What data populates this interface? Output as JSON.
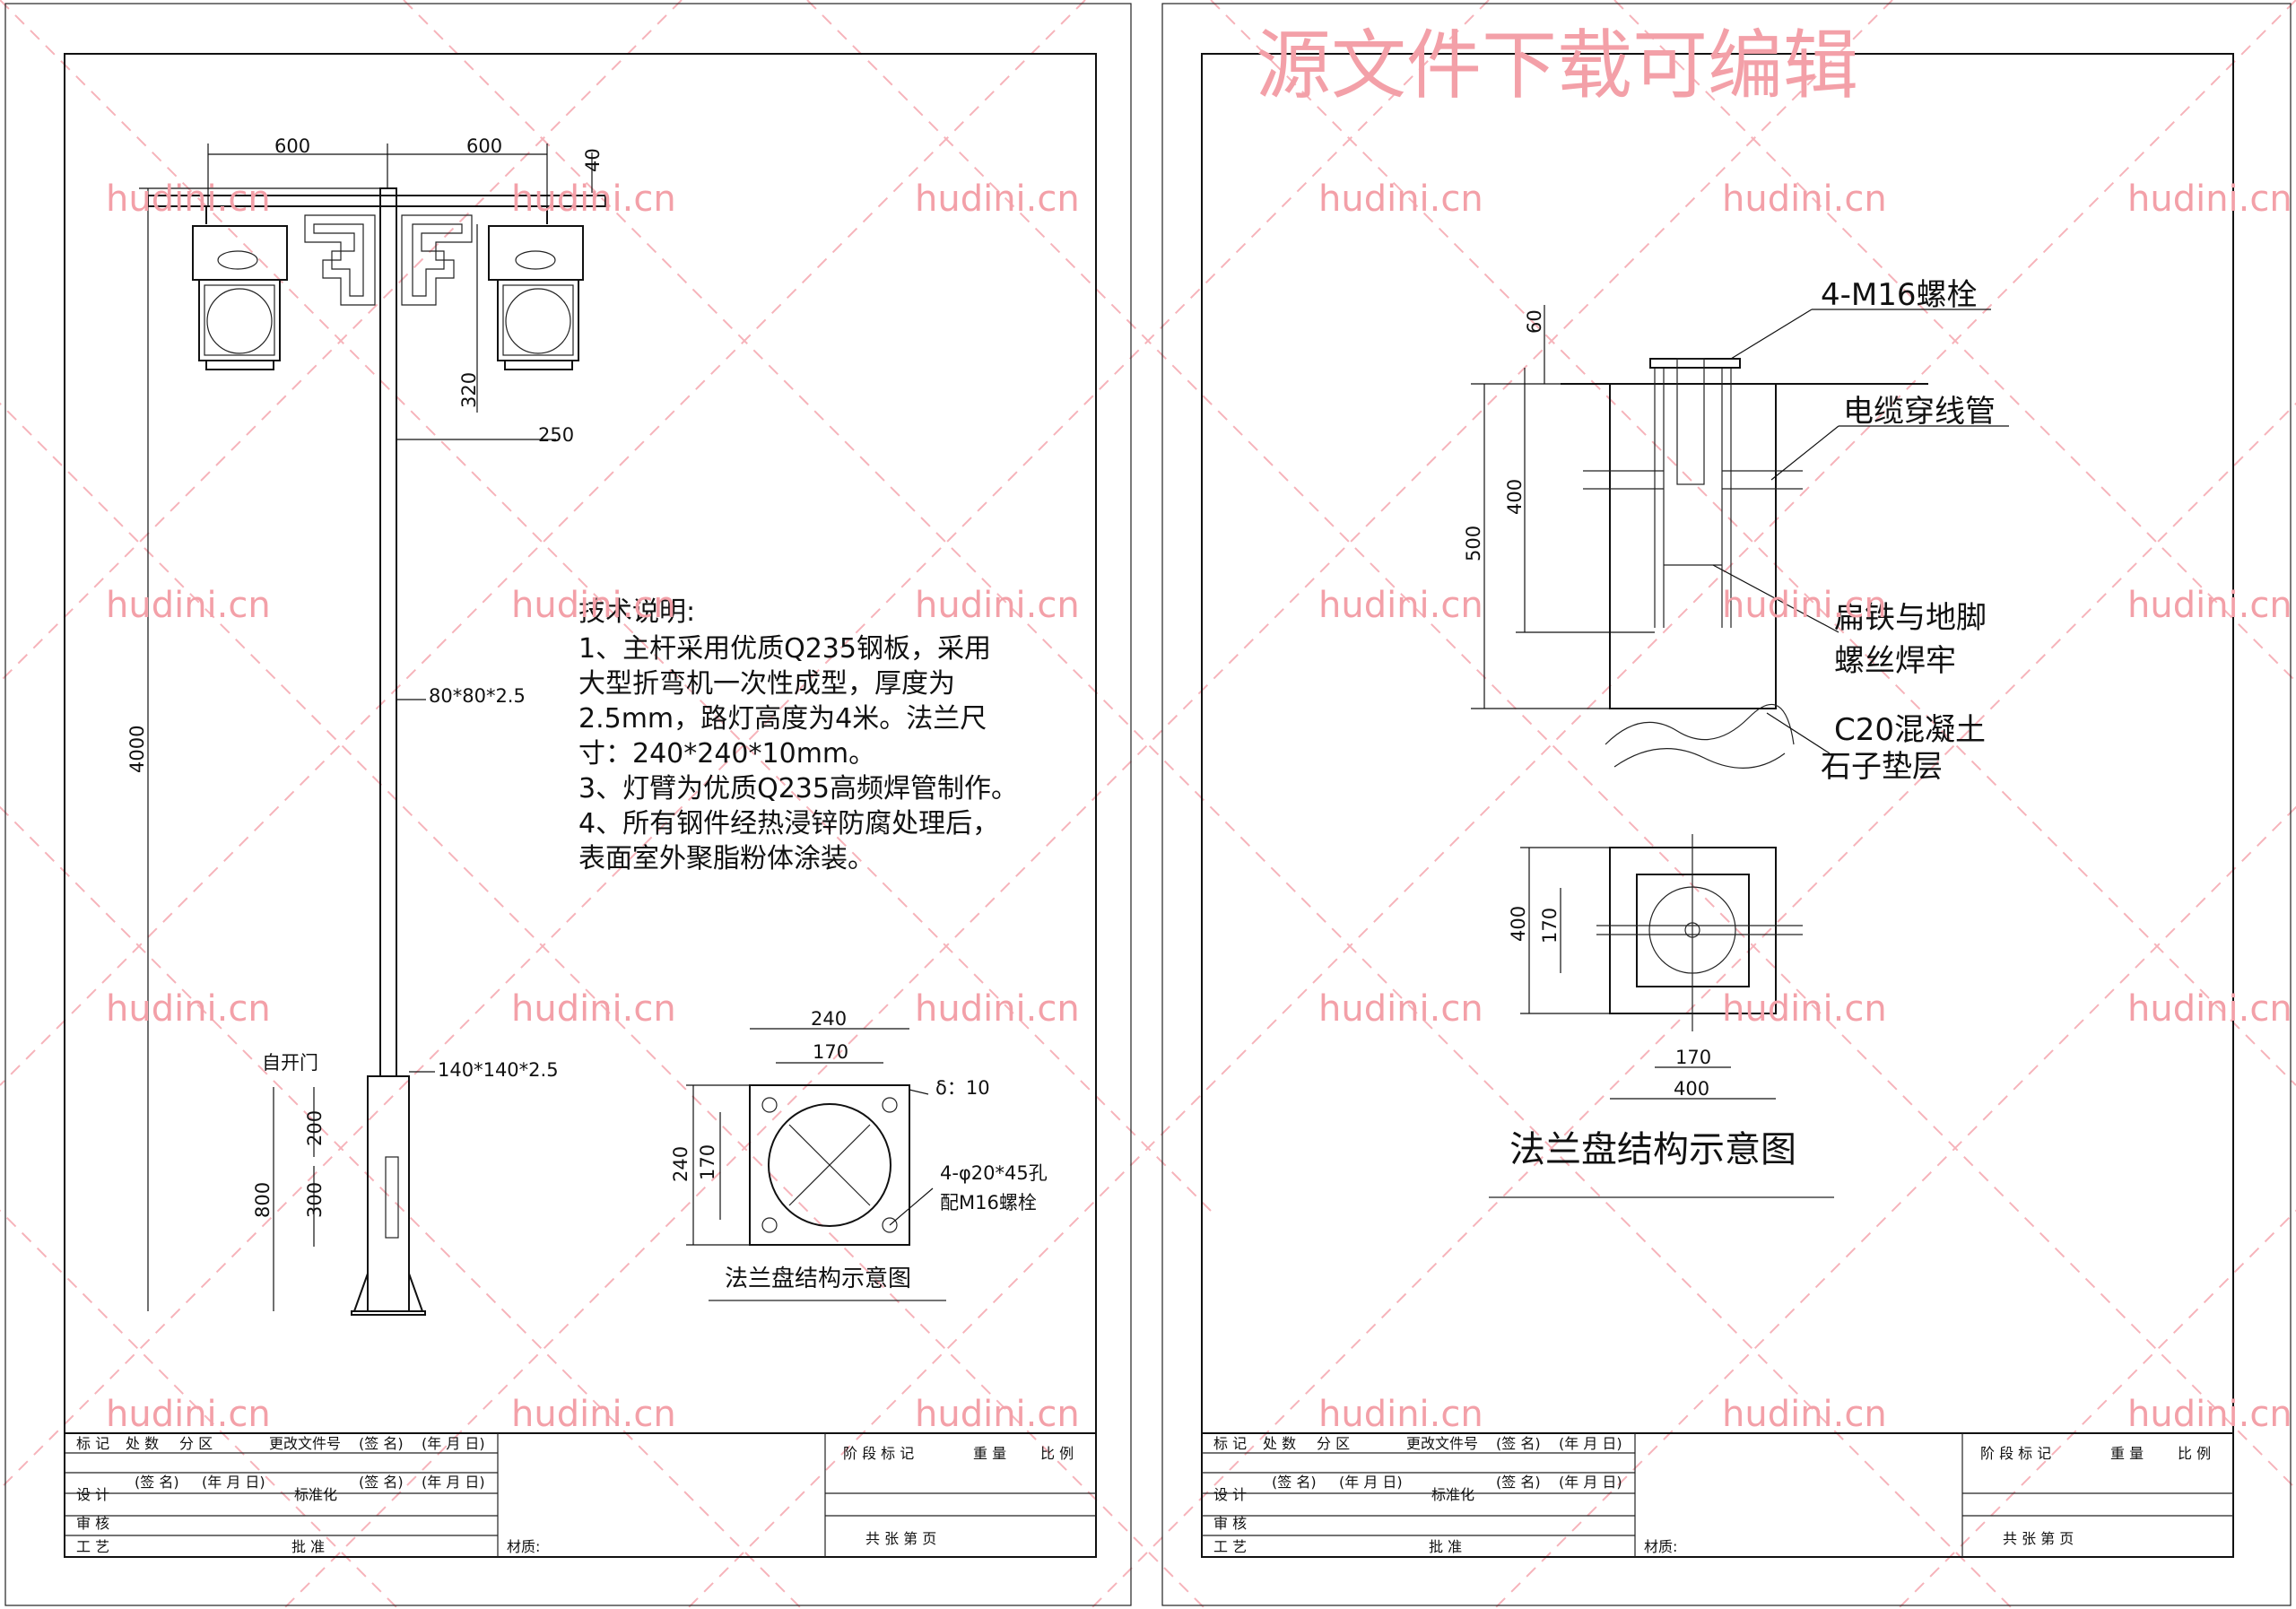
{
  "watermark": {
    "text": "hudini.cn",
    "banner": "源文件下载可编辑"
  },
  "left_sheet": {
    "dims": {
      "arm_left": "600",
      "arm_right": "600",
      "top_offset": "40",
      "lamp_drop": "320",
      "arm_depth": "250",
      "pole_height": "4000",
      "upper_pole": "80*80*2.5",
      "lower_pole": "140*140*2.5",
      "base_height": "800",
      "door_height": "200",
      "door_offset": "300",
      "door_label": "自开门"
    },
    "notes": {
      "title": "技术说明:",
      "lines": [
        "1、主杆采用优质Q235钢板，采用",
        "大型折弯机一次性成型，厚度为",
        "2.5mm，路灯高度为4米。法兰尺",
        "寸：240*240*10mm。",
        "3、灯臂为优质Q235高频焊管制作。",
        "4、所有钢件经热浸锌防腐处理后，",
        "表面室外聚脂粉体涂装。"
      ]
    },
    "flange": {
      "outer": "240",
      "inner": "170",
      "outer_v": "240",
      "inner_v": "170",
      "thickness": "δ：10",
      "holes": "4-φ20*45孔",
      "bolts": "配M16螺栓",
      "title": "法兰盘结构示意图"
    }
  },
  "right_sheet": {
    "labels": {
      "bolts": "4-M16螺栓",
      "cable": "电缆穿线管",
      "flat_iron_1": "扁铁与地脚",
      "flat_iron_2": "螺丝焊牢",
      "concrete": "C20混凝土",
      "gravel": "石子垫层"
    },
    "dims": {
      "bolt_top": "60",
      "bolt_len": "400",
      "depth": "500",
      "plan_v_outer": "400",
      "plan_v_inner": "170",
      "plan_h_inner": "170",
      "plan_h_outer": "400"
    },
    "title": "法兰盘结构示意图"
  },
  "title_block": {
    "row1": [
      "标 记",
      "处 数",
      "分 区",
      "更改文件号",
      "(签 名)",
      "(年 月 日)"
    ],
    "row2": [
      "设 计",
      "(签 名)",
      "(年 月 日)",
      "标准化",
      "(签 名)",
      "(年 月 日)"
    ],
    "row3": [
      "审 核"
    ],
    "row4": [
      "工 艺",
      "批 准"
    ],
    "material": "材质:",
    "stage": "阶 段 标 记",
    "weight": "重 量",
    "scale": "比 例",
    "sheets": "共     张     第     页"
  }
}
